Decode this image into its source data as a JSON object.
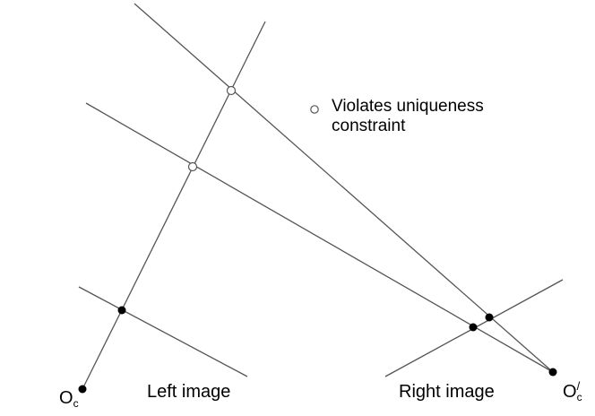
{
  "legend": {
    "line1": "Violates uniqueness",
    "line2": "constraint",
    "marker": "open-circle"
  },
  "captions": {
    "left_image": "Left image",
    "right_image": "Right image"
  },
  "origins": {
    "left": {
      "base": "O",
      "sub": "c"
    },
    "right": {
      "base": "O",
      "sub": "c",
      "sup": "/"
    }
  },
  "colors": {
    "line": "#555555",
    "point_fill_closed": "#000000",
    "point_fill_open": "#ffffff"
  }
}
